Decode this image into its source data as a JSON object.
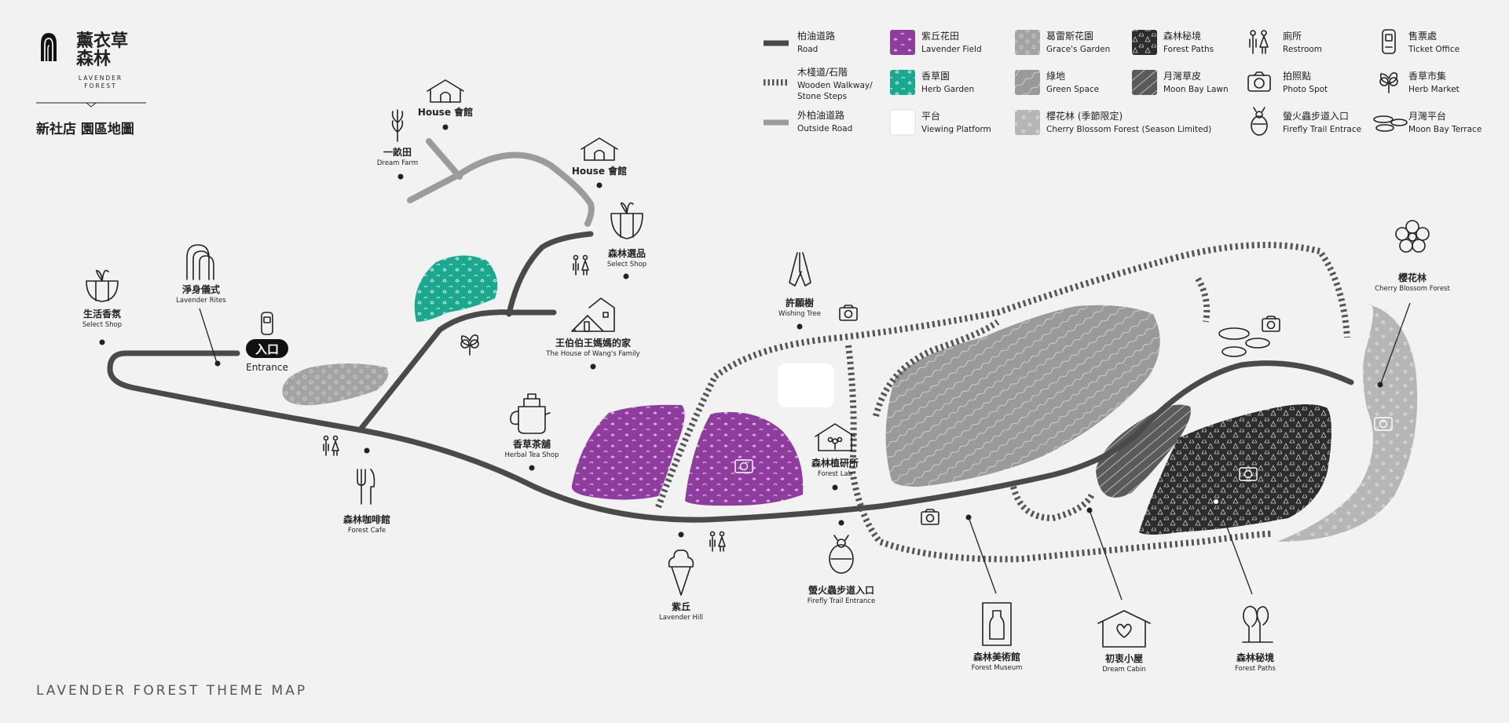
{
  "brand": {
    "name_line1": "薰衣草",
    "name_line2": "森林",
    "sub_line1": "LAVENDER",
    "sub_line2": "FOREST",
    "map_title": "新社店 園區地圖"
  },
  "footer_title": "LAVENDER FOREST THEME MAP",
  "colors": {
    "road": "#4a4a4a",
    "outside_road": "#9b9b9b",
    "lavender": "#8e3d9f",
    "herb": "#1aa98f",
    "grace": "#9c9c9c",
    "forest": "#2d2d2d",
    "green_space": "#9a9a9a",
    "cherry": "#b4b4b4",
    "background": "#f2f2f2"
  },
  "legend": [
    {
      "icon": "road-line-icon",
      "zh": "柏油道路",
      "en": "Road"
    },
    {
      "icon": "walkway-line-icon",
      "zh": "木棧道/石階",
      "en": "Wooden Walkway/",
      "en2": "Stone Steps"
    },
    {
      "icon": "outside-road-line-icon",
      "zh": "外柏油道路",
      "en": "Outside Road"
    },
    {
      "icon": "lavender-field-swatch-icon",
      "zh": "紫丘花田",
      "en": "Lavender Field"
    },
    {
      "icon": "herb-garden-swatch-icon",
      "zh": "香草園",
      "en": "Herb Garden"
    },
    {
      "icon": "viewing-platform-swatch-icon",
      "zh": "平台",
      "en": "Viewing Platform"
    },
    {
      "icon": "graces-garden-swatch-icon",
      "zh": "葛雷斯花園",
      "en": "Grace's Garden"
    },
    {
      "icon": "green-space-swatch-icon",
      "zh": "綠地",
      "en": "Green Space"
    },
    {
      "icon": "cherry-blossom-swatch-icon",
      "zh": "櫻花林 (季節限定)",
      "en": "Cherry Blossom Forest (Season Limited)"
    },
    {
      "icon": "forest-paths-swatch-icon",
      "zh": "森林秘境",
      "en": "Forest Paths"
    },
    {
      "icon": "moon-bay-lawn-swatch-icon",
      "zh": "月灣草皮",
      "en": "Moon Bay Lawn"
    },
    {
      "icon": "restroom-icon",
      "zh": "廁所",
      "en": "Restroom"
    },
    {
      "icon": "camera-icon",
      "zh": "拍照點",
      "en": "Photo Spot"
    },
    {
      "icon": "firefly-icon",
      "zh": "螢火蟲步道入口",
      "en": "Firefly Trail Entrace"
    },
    {
      "icon": "ticket-office-icon",
      "zh": "售票處",
      "en": "Ticket Office"
    },
    {
      "icon": "herb-market-icon",
      "zh": "香草市集",
      "en": "Herb Market"
    },
    {
      "icon": "moon-bay-terrace-icon",
      "zh": "月灣平台",
      "en": "Moon Bay Terrace"
    }
  ],
  "places": {
    "entrance": {
      "zh": "入口",
      "en": "Entrance"
    },
    "select_shop_left": {
      "zh": "生活香氛",
      "en": "Select Shop"
    },
    "lavender_rites": {
      "zh": "淨身儀式",
      "en": "Lavender Rites"
    },
    "forest_cafe": {
      "zh": "森林咖啡館",
      "en": "Forest Cafe"
    },
    "dream_farm": {
      "zh": "一畝田",
      "en": "Dream Farm"
    },
    "house_1": {
      "zh": "House 會館",
      "en": ""
    },
    "house_2": {
      "zh": "House 會館",
      "en": ""
    },
    "select_shop": {
      "zh": "森林選品",
      "en": "Select Shop"
    },
    "wang_house": {
      "zh": "王伯伯王媽媽的家",
      "en": "The House of Wang's Family"
    },
    "herbal_tea": {
      "zh": "香草茶舖",
      "en": "Herbal Tea Shop"
    },
    "wishing_tree": {
      "zh": "許願樹",
      "en": "Wishing Tree"
    },
    "lavender_hill": {
      "zh": "紫丘",
      "en": "Lavender Hill"
    },
    "forest_lab": {
      "zh": "森林植研所",
      "en": "Forest Lab"
    },
    "firefly_entrance": {
      "zh": "螢火蟲步道入口",
      "en": "Firefly Trail Entrance"
    },
    "forest_museum": {
      "zh": "森林美術館",
      "en": "Forest Museum"
    },
    "dream_cabin": {
      "zh": "初衷小屋",
      "en": "Dream Cabin"
    },
    "forest_paths": {
      "zh": "森林秘境",
      "en": "Forest Paths"
    },
    "cherry_forest": {
      "zh": "櫻花林",
      "en": "Cherry Blossom Forest"
    }
  }
}
